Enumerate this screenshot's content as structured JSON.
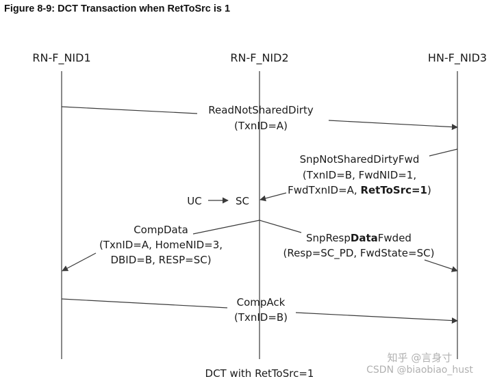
{
  "figure_title": "Figure 8-9: DCT Transaction when RetToSrc is 1",
  "caption": "DCT with RetToSrc=1",
  "nodes": {
    "rn1": "RN-F_NID1",
    "rn2": "RN-F_NID2",
    "hn3": "HN-F_NID3"
  },
  "messages": {
    "read": {
      "name": "ReadNotSharedDirty",
      "params": "(TxnID=A)"
    },
    "snp": {
      "name": "SnpNotSharedDirtyFwd",
      "line2": "(TxnID=B, FwdNID=1,",
      "line3_pre": "FwdTxnID=A, ",
      "line3_bold": "RetToSrc=1",
      "line3_post": ")"
    },
    "compdata": {
      "name": "CompData",
      "line2": "(TxnID=A, HomeNID=3,",
      "line3": "DBID=B, RESP=SC)"
    },
    "snpresp": {
      "name_pre": "SnpResp",
      "name_bold": "Data",
      "name_post": "Fwded",
      "line2": "(Resp=SC_PD, FwdState=SC)"
    },
    "compack": {
      "name": "CompAck",
      "params": "(TxnID=B)"
    }
  },
  "state_change": {
    "from": "UC",
    "to": "SC"
  },
  "watermark": "知乎 @言身寸",
  "watermark2": "CSDN @biaobiao_hust",
  "colors": {
    "line": "#3a3a3a",
    "text": "#1a1a1a",
    "watermark": "#b0b0b0"
  }
}
